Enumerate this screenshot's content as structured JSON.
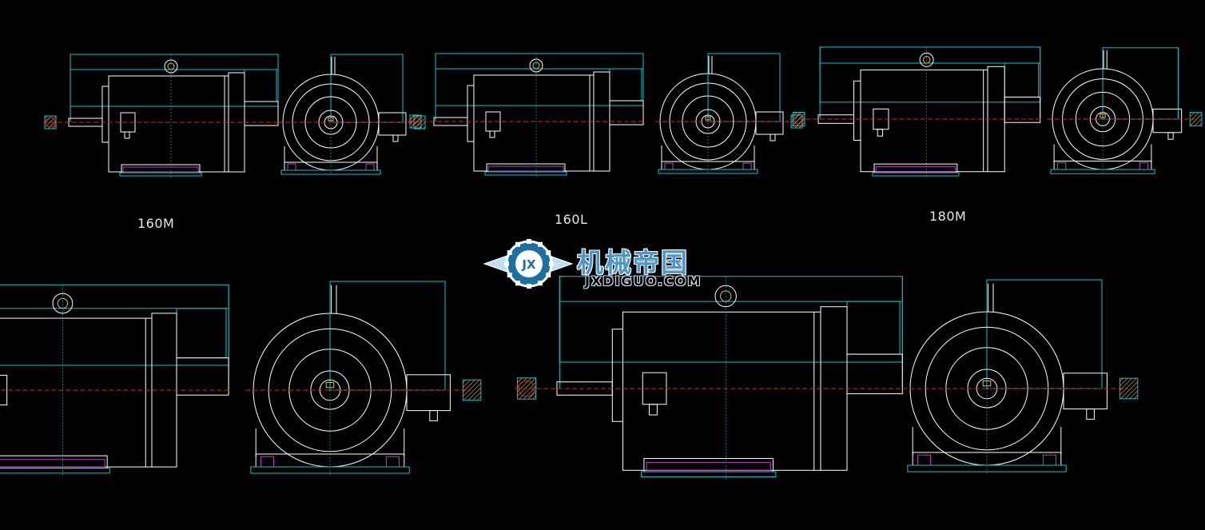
{
  "labels": {
    "m160m": "160M",
    "m160l": "160L",
    "m180m": "180M"
  },
  "watermark": {
    "logo_cn": "机械帝国",
    "logo_en": "JXDIGUO.COM",
    "badge": "JX"
  },
  "colors": {
    "background": "#000000",
    "outline": "#ffffff",
    "dimension": "#00c8d2",
    "centerline": "#e02020",
    "bolt": "#c040c0",
    "hatch": "#d8c060",
    "accent_green": "#30d030"
  }
}
